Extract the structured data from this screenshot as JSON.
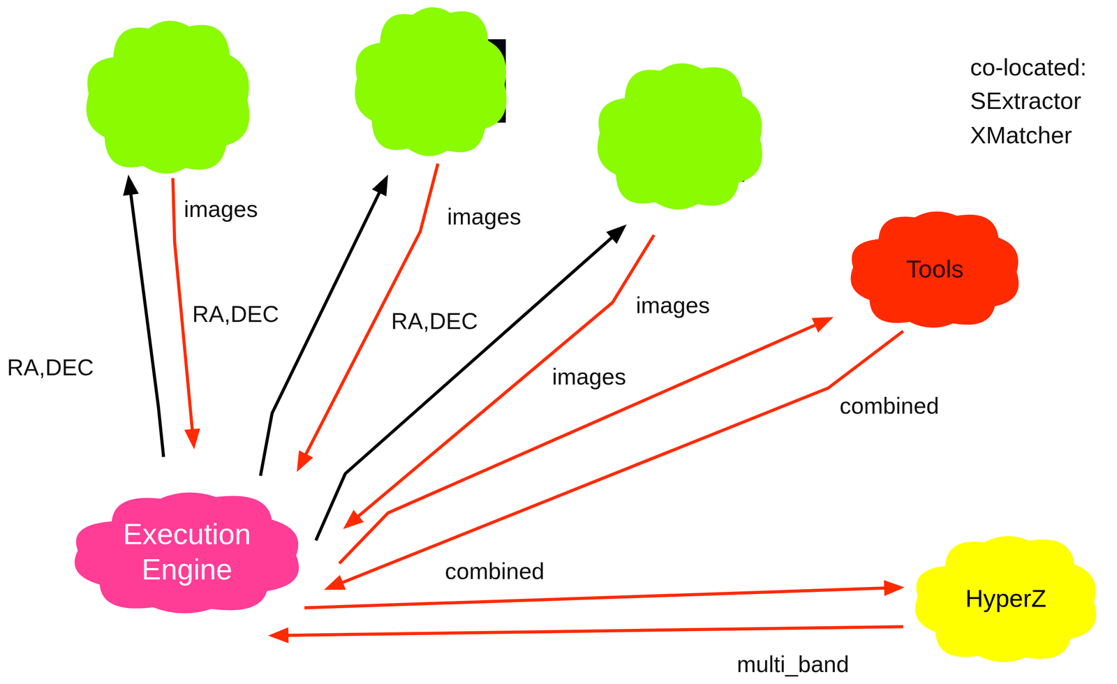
{
  "diagram": {
    "nodes": [
      {
        "text": []
      },
      {
        "text": []
      },
      {
        "text": []
      },
      {
        "text": [
          "Tools"
        ]
      },
      {
        "text": [
          "Execution Engine"
        ]
      },
      {
        "text": [
          "HyperZ"
        ]
      }
    ],
    "edges": [
      {
        "from": 4,
        "to": 0,
        "label": "RA,DEC",
        "arrow": "to"
      },
      {
        "from": 0,
        "to": 4,
        "label": "images",
        "arrow": "to"
      },
      {
        "from": 4,
        "to": 1,
        "label": "RA,DEC",
        "arrow": "to"
      },
      {
        "from": 1,
        "to": 4,
        "label": "images",
        "arrow": "to"
      },
      {
        "from": 4,
        "to": 2,
        "label": "RA,DEC",
        "arrow": "to"
      },
      {
        "from": 2,
        "to": 4,
        "label": "images",
        "arrow": "to"
      },
      {
        "from": 4,
        "to": 3,
        "label": "images",
        "arrow": "to"
      },
      {
        "from": 3,
        "to": 4,
        "label": "combined",
        "arrow": "to"
      },
      {
        "from": 4,
        "to": 5,
        "label": "combined",
        "arrow": "to"
      },
      {
        "from": 5,
        "to": 4,
        "label": "multi_band",
        "arrow": "to"
      }
    ],
    "labels": [
      "co-located:",
      "SExtractor",
      "XMatcher"
    ]
  }
}
